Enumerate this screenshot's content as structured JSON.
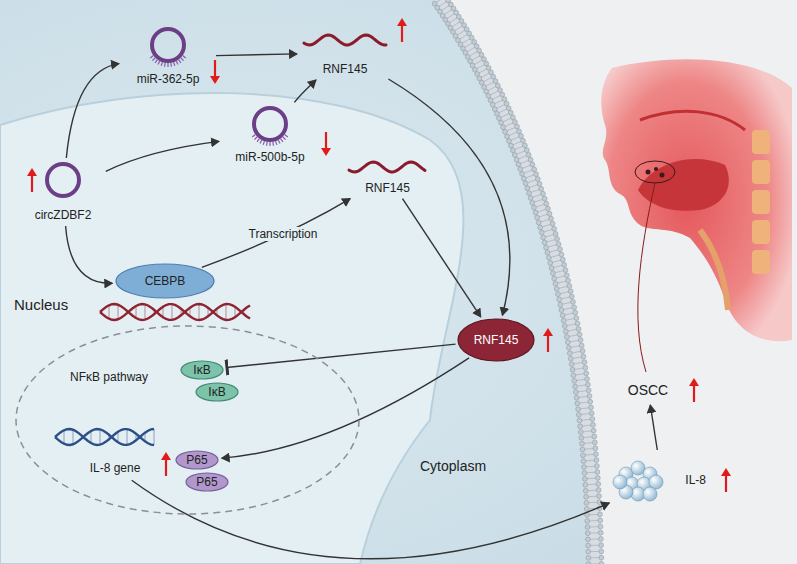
{
  "diagram": {
    "nodes": [
      {
        "text": [
          "miR-362-5p"
        ]
      },
      {
        "text": [
          "circZDBF2"
        ]
      },
      {
        "text": [
          "miR-500b-5p"
        ]
      },
      {
        "text": [
          "RNF145"
        ]
      },
      {
        "text": [
          "RNF145"
        ]
      },
      {
        "text": [
          "CEBPB"
        ]
      },
      {
        "text": [
          "RNF145"
        ]
      },
      {
        "text": [
          "NFκB pathway"
        ]
      },
      {
        "text": [
          "IκB"
        ],
        "in": 7
      },
      {
        "text": [
          "IκB"
        ],
        "in": 7
      },
      {
        "text": [
          "P65"
        ],
        "in": 7
      },
      {
        "text": [
          "P65"
        ],
        "in": 7
      },
      {
        "text": [
          "IL-8 gene"
        ],
        "in": 7
      },
      {
        "text": [
          "IL-8"
        ]
      },
      {
        "text": [
          "OSCC"
        ]
      }
    ],
    "edges": [
      {
        "from": 1,
        "to": 0,
        "arrow": "to"
      },
      {
        "from": 1,
        "to": 2,
        "arrow": "to"
      },
      {
        "from": 1,
        "to": 5,
        "arrow": "to"
      },
      {
        "from": 0,
        "to": 3,
        "arrow": "to"
      },
      {
        "from": 2,
        "to": 3,
        "arrow": "to"
      },
      {
        "from": 5,
        "to": 4,
        "label": "Transcription",
        "arrow": "to"
      },
      {
        "from": 3,
        "to": 6,
        "arrow": "to"
      },
      {
        "from": 4,
        "to": 6,
        "arrow": "to"
      },
      {
        "from": 6,
        "to": 8,
        "arrow": "to"
      },
      {
        "from": 6,
        "to": 10,
        "arrow": "to"
      },
      {
        "from": 12,
        "to": 13,
        "arrow": "to"
      },
      {
        "from": 13,
        "to": 14,
        "arrow": "to"
      }
    ],
    "labels": [
      "Nucleus",
      "Cytoplasm"
    ]
  }
}
